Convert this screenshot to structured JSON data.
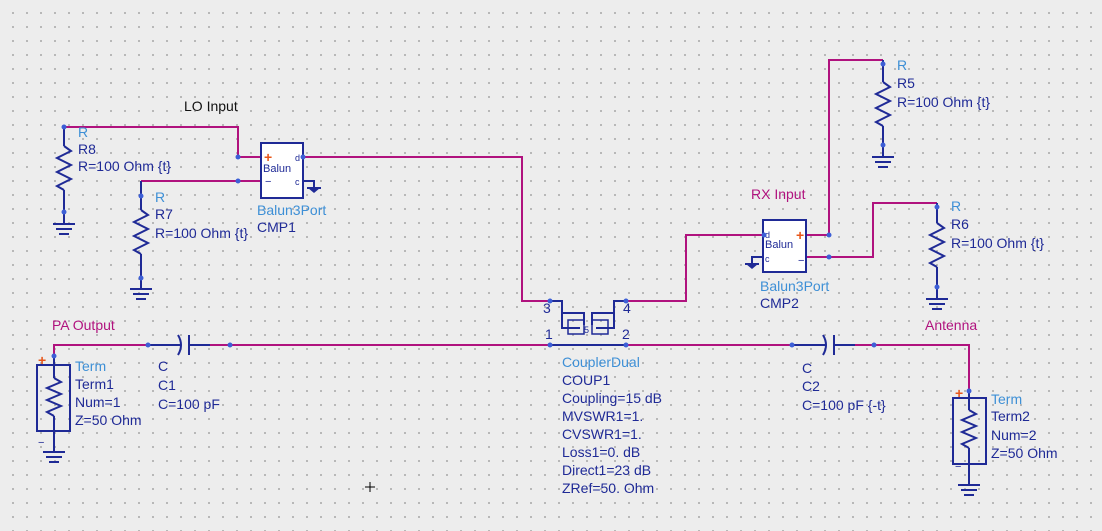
{
  "net_labels": {
    "lo_input": "LO Input",
    "rx_input": "RX Input",
    "pa_output": "PA Output",
    "antenna": "Antenna"
  },
  "components": {
    "r8": {
      "type": "R",
      "name": "R8",
      "value": "R=100 Ohm {t}"
    },
    "r7": {
      "type": "R",
      "name": "R7",
      "value": "R=100 Ohm {t}"
    },
    "r5": {
      "type": "R",
      "name": "R5",
      "value": "R=100 Ohm {t}"
    },
    "r6": {
      "type": "R",
      "name": "R6",
      "value": "R=100 Ohm {t}"
    },
    "cmp1": {
      "type": "Balun3Port",
      "name": "CMP1",
      "symbol": "Balun",
      "pin_d": "d",
      "pin_c": "c"
    },
    "cmp2": {
      "type": "Balun3Port",
      "name": "CMP2",
      "symbol": "Balun",
      "pin_d": "d",
      "pin_c": "c"
    },
    "c1": {
      "type": "C",
      "name": "C1",
      "value": "C=100 pF"
    },
    "c2": {
      "type": "C",
      "name": "C2",
      "value": "C=100 pF {-t}"
    },
    "term1": {
      "type": "Term",
      "name": "Term1",
      "num": "Num=1",
      "z": "Z=50 Ohm"
    },
    "term2": {
      "type": "Term",
      "name": "Term2",
      "num": "Num=2",
      "z": "Z=50 Ohm"
    },
    "coup1": {
      "type": "CouplerDual",
      "name": "COUP1",
      "params": [
        "Coupling=15 dB",
        "MVSWR1=1.",
        "CVSWR1=1.",
        "Loss1=0. dB",
        "Direct1=23 dB",
        "ZRef=50. Ohm"
      ],
      "ports": [
        "1",
        "2",
        "3",
        "4"
      ]
    }
  },
  "colors": {
    "wire": "#b0127e",
    "component": "#1f2a96",
    "type_label": "#3d8fd6",
    "background": "#ededed"
  },
  "cursor": "crosshair"
}
